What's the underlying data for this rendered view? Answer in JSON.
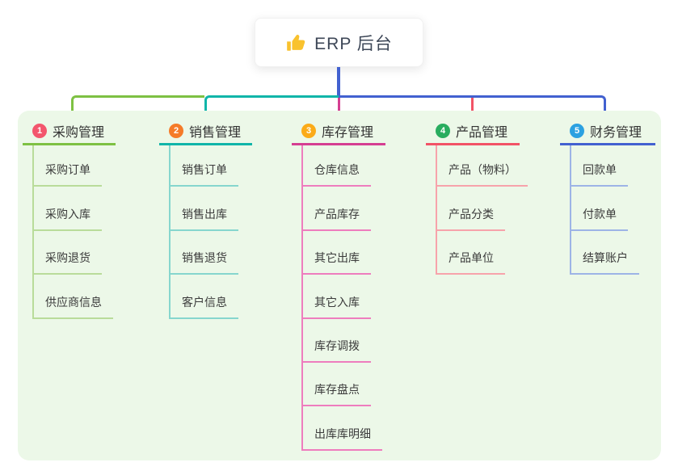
{
  "root": {
    "title": "ERP 后台",
    "icon": "thumbs-up-icon",
    "icon_color": "#f9c22e",
    "box_color": "#ffffff"
  },
  "board_color": "#ecf8e8",
  "branches": [
    {
      "number": "1",
      "title": "采购管理",
      "badge_color": "#f3566d",
      "line_color": "#7ec143",
      "light_color": "#b9dc9a",
      "children": [
        "采购订单",
        "采购入库",
        "采购退货",
        "供应商信息"
      ]
    },
    {
      "number": "2",
      "title": "销售管理",
      "badge_color": "#f57b28",
      "line_color": "#10b5a9",
      "light_color": "#86d6ce",
      "children": [
        "销售订单",
        "销售出库",
        "销售退货",
        "客户信息"
      ]
    },
    {
      "number": "3",
      "title": "库存管理",
      "badge_color": "#fbab18",
      "line_color": "#d53e91",
      "light_color": "#ee7dbe",
      "children": [
        "仓库信息",
        "产品库存",
        "其它出库",
        "其它入库",
        "库存调拨",
        "库存盘点",
        "出库库明细"
      ]
    },
    {
      "number": "4",
      "title": "产品管理",
      "badge_color": "#29ad5f",
      "line_color": "#f25366",
      "light_color": "#f7a3ab",
      "children": [
        "产品（物料）",
        "产品分类",
        "产品单位"
      ]
    },
    {
      "number": "5",
      "title": "财务管理",
      "badge_color": "#2ba1e1",
      "line_color": "#4261d0",
      "light_color": "#9db4e6",
      "children": [
        "回款单",
        "付款单",
        "结算账户"
      ]
    }
  ]
}
